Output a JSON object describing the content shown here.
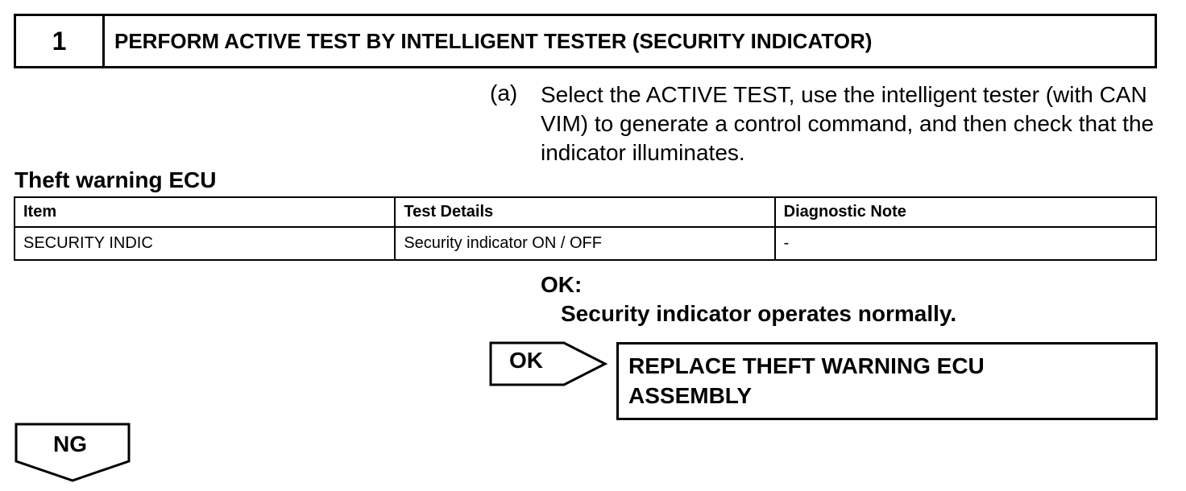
{
  "step": {
    "number": "1",
    "title": "PERFORM ACTIVE TEST BY INTELLIGENT TESTER (SECURITY INDICATOR)"
  },
  "instruction": {
    "marker": "(a)",
    "text": "Select the ACTIVE TEST, use the intelligent tester (with CAN VIM) to generate a control command, and then check that the indicator illuminates."
  },
  "table": {
    "caption": "Theft warning ECU",
    "headers": [
      "Item",
      "Test Details",
      "Diagnostic Note"
    ],
    "rows": [
      [
        "SECURITY INDIC",
        "Security indicator ON / OFF",
        "-"
      ]
    ]
  },
  "result": {
    "heading": "OK:",
    "text": "Security indicator operates normally."
  },
  "ok_branch": {
    "label": "OK",
    "action_line1": "REPLACE THEFT WARNING ECU",
    "action_line2": "ASSEMBLY"
  },
  "ng_branch": {
    "label": "NG"
  }
}
